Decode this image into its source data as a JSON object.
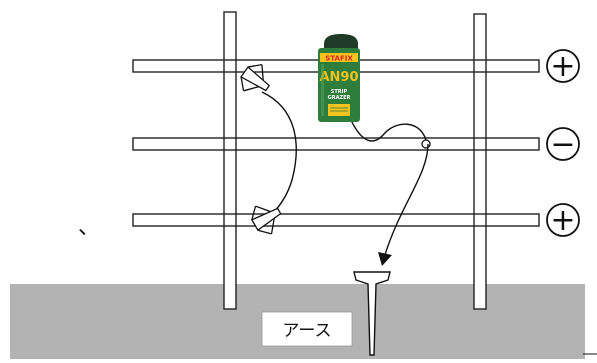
{
  "product": {
    "brand": "STAFIX",
    "model": "AN90",
    "subtitle_line1": "STRIP",
    "subtitle_line2": "GRAZER",
    "colors": {
      "body": "#2e7d3a",
      "cap": "#1f3b28",
      "label": "#f6c21c",
      "accent": "#d8232a"
    }
  },
  "wires": [
    {
      "polarity": "+"
    },
    {
      "polarity": "−"
    },
    {
      "polarity": "+"
    }
  ],
  "ground": {
    "label": "アース",
    "color": "#b3b3b3"
  },
  "stray_mark": "、"
}
